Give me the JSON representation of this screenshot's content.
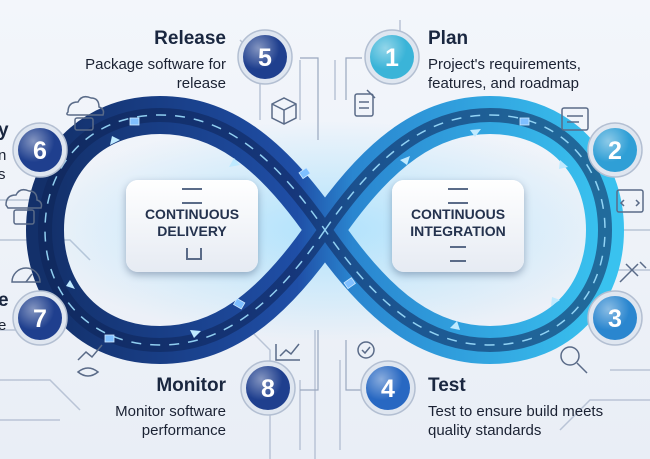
{
  "center_labels": {
    "left": "CONTINUOUS\nDELIVERY",
    "right": "CONTINUOUS\nINTEGRATION"
  },
  "stages": [
    {
      "number": "1",
      "title": "Plan",
      "description": "Project's requirements,\nfeatures, and roadmap",
      "color": "#3ab4d8"
    },
    {
      "number": "2",
      "title": "",
      "description": "",
      "color": "#2f9fd6"
    },
    {
      "number": "3",
      "title": "",
      "description": "",
      "color": "#2a86cf"
    },
    {
      "number": "4",
      "title": "Test",
      "description": "Test to ensure build meets\nquality standards",
      "color": "#2868c2"
    },
    {
      "number": "5",
      "title": "Release",
      "description": "Package software for\nrelease",
      "color": "#1f3f8e"
    },
    {
      "number": "6",
      "title": "",
      "description": "",
      "color": "#1f3f8e"
    },
    {
      "number": "7",
      "title": "",
      "description": "",
      "color": "#1f3f8e"
    },
    {
      "number": "8",
      "title": "Monitor",
      "description": "Monitor software\nperformance",
      "color": "#1f3f8e"
    }
  ],
  "partial_titles": {
    "left_top": "y",
    "left_bottom": "e"
  },
  "partial_descriptions": {
    "left_top": "n\ns",
    "left_bottom": "e"
  },
  "colors": {
    "ring_dark": "#14336e",
    "ring_light": "#36b8ea",
    "bg": "#eef2f8"
  }
}
